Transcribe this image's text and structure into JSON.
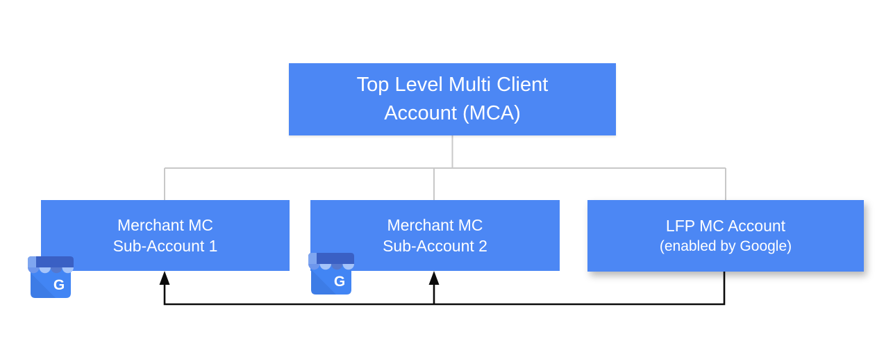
{
  "colors": {
    "page_bg": "#FFFFFF",
    "box_blue": "#4C87F4",
    "box_text": "#FFFFFF",
    "connector_gray": "#C8C8C8",
    "arrow_black": "#0B0B0B",
    "icon_body_blue": "#4285F4",
    "icon_awning_dark": "#3A60C4",
    "icon_awning_light": "#A5C4FA",
    "icon_awning_medium": "#6D96EC",
    "icon_awning_middark": "#5578CE",
    "icon_awning_corner": "#7FA6F0",
    "icon_g_letter": "#FFFFFF"
  },
  "diagram": {
    "root": {
      "line1": "Top Level Multi Client",
      "line2": "Account (MCA)"
    },
    "children": [
      {
        "line1": "Merchant MC",
        "line2": "Sub-Account 1",
        "icon": "google-my-business-icon"
      },
      {
        "line1": "Merchant MC",
        "line2": "Sub-Account 2",
        "icon": "google-my-business-icon"
      },
      {
        "line1": "LFP MC Account",
        "line2": "(enabled by Google)"
      }
    ],
    "icon_letter": "G",
    "edges": [
      {
        "from": "top-level-mca",
        "to": "merchant-sub-account-1",
        "style": "gray-tree"
      },
      {
        "from": "top-level-mca",
        "to": "merchant-sub-account-2",
        "style": "gray-tree"
      },
      {
        "from": "top-level-mca",
        "to": "lfp-mc-account",
        "style": "gray-tree"
      },
      {
        "from": "lfp-mc-account",
        "to": "merchant-sub-account-1",
        "style": "black-arrow"
      },
      {
        "from": "lfp-mc-account",
        "to": "merchant-sub-account-2",
        "style": "black-arrow"
      }
    ]
  }
}
